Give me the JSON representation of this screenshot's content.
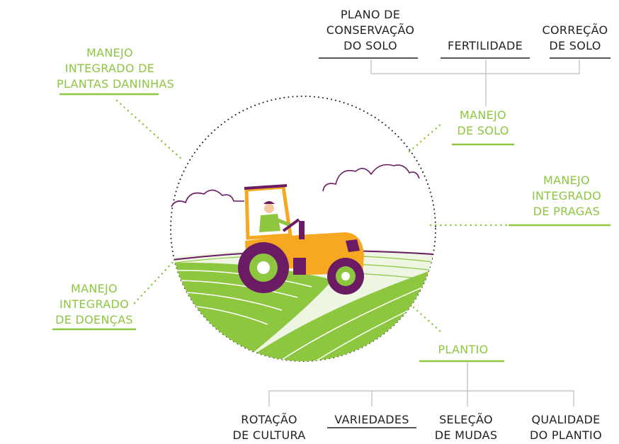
{
  "topics": {
    "manejo_solo": [
      "MANEJO",
      "DE SOLO"
    ],
    "manejo_plantas_daninhas": [
      "MANEJO",
      "INTEGRADO DE",
      "PLANTAS DANINHAS"
    ],
    "manejo_pragas": [
      "MANEJO",
      "INTEGRADO",
      "DE PRAGAS"
    ],
    "manejo_doencas": [
      "MANEJO",
      "INTEGRADO",
      "DE DOENÇAS"
    ],
    "plantio": [
      "PLANTIO"
    ]
  },
  "solo_children": {
    "plano": [
      "PLANO DE",
      "CONSERVAÇÃO",
      "DO SOLO"
    ],
    "fertilidade": [
      "FERTILIDADE"
    ],
    "correcao": [
      "CORREÇÃO",
      "DE SOLO"
    ]
  },
  "plantio_children": {
    "rotacao": [
      "ROTAÇÃO",
      "DE CULTURA"
    ],
    "variedades": [
      "VARIEDADES"
    ],
    "selecao": [
      "SELEÇÃO",
      "DE MUDAS"
    ],
    "qualidade": [
      "QUALIDADE",
      "DO PLANTIO"
    ]
  },
  "colors": {
    "green": "#8dc63f",
    "purple": "#6a1b63",
    "orange": "#f7a823",
    "connector": "#c8c8c8",
    "dark": "#222222"
  }
}
